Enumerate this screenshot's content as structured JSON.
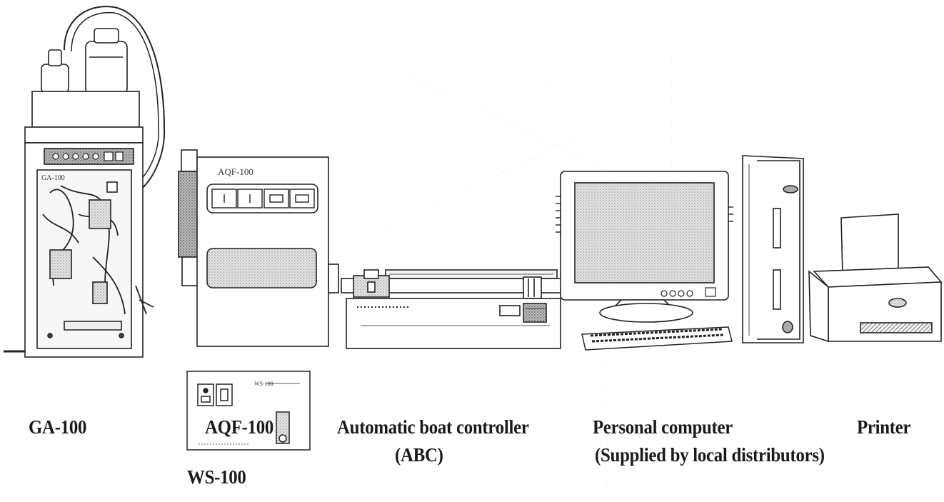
{
  "components": {
    "ga100": {
      "label": "GA-100",
      "panel_text": "GA-100"
    },
    "aqf100": {
      "label": "AQF-100",
      "panel_text": "AQF-100"
    },
    "ws100": {
      "label": "WS-100",
      "panel_text": "WS-100"
    },
    "abc": {
      "label_line1": "Automatic boat controller",
      "label_line2": "(ABC)"
    },
    "pc": {
      "label_line1": "Personal computer",
      "label_line2": "(Supplied by local distributors)"
    },
    "printer": {
      "label": "Printer"
    }
  }
}
